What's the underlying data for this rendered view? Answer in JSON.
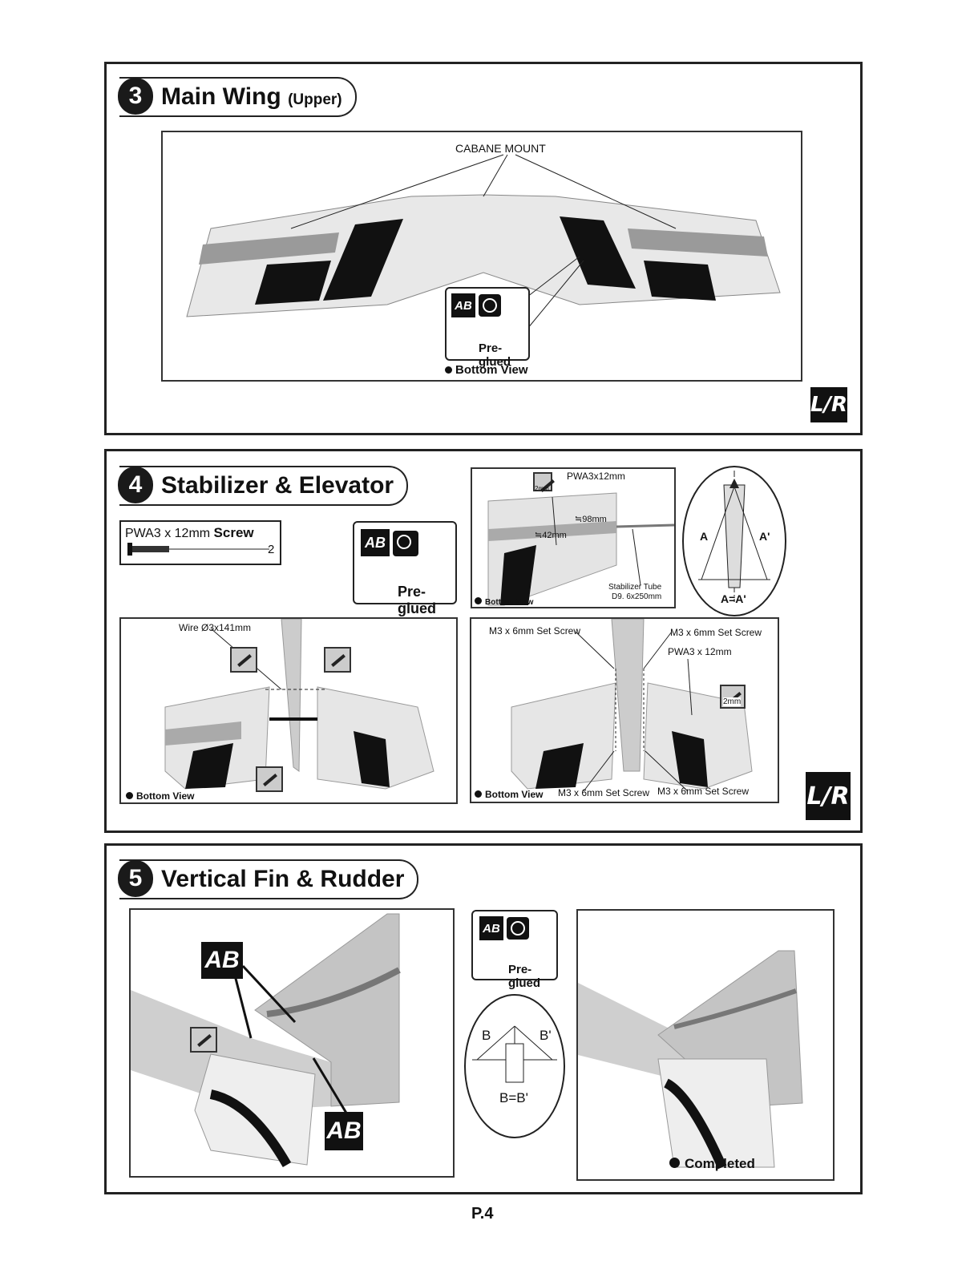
{
  "section3": {
    "num": "3",
    "title": "Main Wing",
    "subtitle": "(Upper)",
    "cabane_label": "CABANE MOUNT",
    "ab_text": "AB",
    "preglued": "Pre-glued",
    "view": "Bottom View",
    "lr": "L/R"
  },
  "section4": {
    "num": "4",
    "title": "Stabilizer & Elevator",
    "screw_part": "PWA3 x 12mm",
    "screw_word": "Screw",
    "screw_qty": "2",
    "ab_text": "AB",
    "preglued": "Pre-glued",
    "top_right": {
      "pwa": "PWA3x12mm",
      "depth": "2mm",
      "dim1": "≒98mm",
      "dim2": "≒42mm",
      "tube_name": "Stabilizer Tube",
      "tube_size": "D9. 6x250mm",
      "view": "Bottom View"
    },
    "alignment": {
      "a": "A",
      "a_prime": "A'",
      "equal": "A=A'"
    },
    "bottom_left": {
      "wire": "Wire  Ø3x141mm",
      "view": "Bottom View"
    },
    "bottom_right": {
      "set_screw_tl": "M3 x 6mm Set Screw",
      "set_screw_tr": "M3 x 6mm Set Screw",
      "pwa": "PWA3 x 12mm",
      "depth": "2mm",
      "set_screw_bl": "M3 x 6mm Set Screw",
      "set_screw_br": "M3 x 6mm Set Screw",
      "view": "Bottom View"
    },
    "lr": "L/R"
  },
  "section5": {
    "num": "5",
    "title": "Vertical Fin & Rudder",
    "ab_text": "AB",
    "preglued": "Pre-glued",
    "alignment": {
      "b": "B",
      "b_prime": "B'",
      "equal": "B=B'"
    },
    "completed": "Completed"
  },
  "page_number": "P.4"
}
